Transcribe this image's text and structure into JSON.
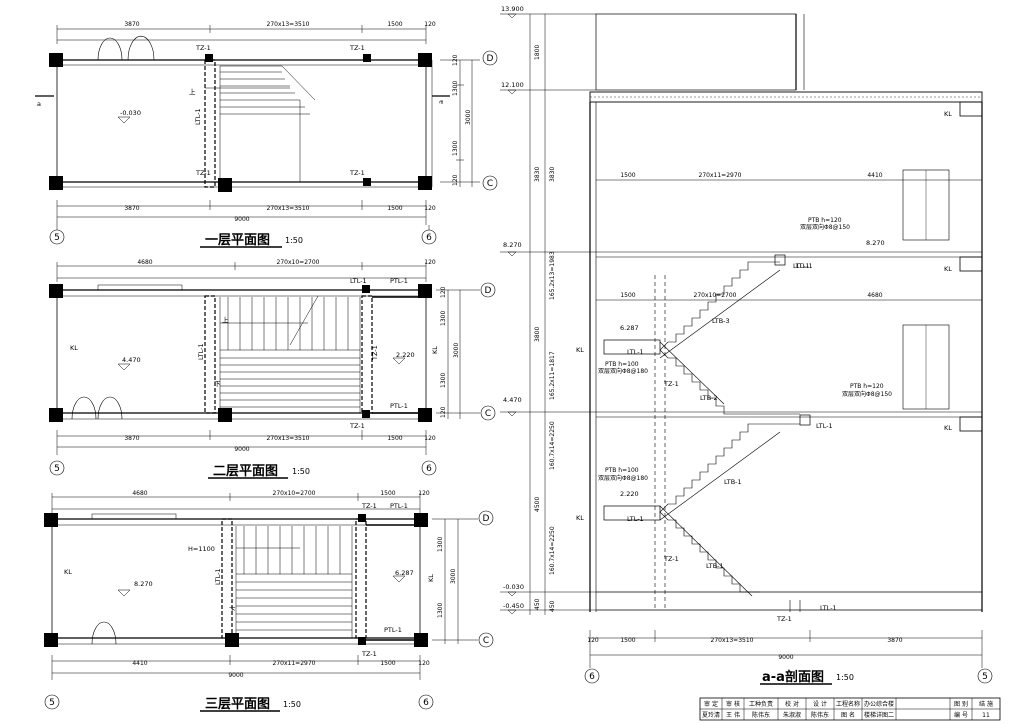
{
  "plans": [
    {
      "title": "一层平面图",
      "scale": "1:50",
      "dims_top": [
        "3870",
        "270x13=3510",
        "1500",
        "120"
      ],
      "dims_bottom": [
        "3870",
        "270x13=3510",
        "1500",
        "120"
      ],
      "total": "9000",
      "right_dims": [
        "1300",
        "3000",
        "1300",
        "120",
        "120"
      ],
      "elev": "-0.030",
      "columns": [
        "TZ-1",
        "TZ-1",
        "TZ-1",
        "TZ-1"
      ],
      "beam": "LTL-1",
      "up": "上",
      "axis_row": [
        "D",
        "C"
      ],
      "axis_col": [
        "5",
        "6"
      ],
      "section_mark": "a"
    },
    {
      "title": "二层平面图",
      "scale": "1:50",
      "dims_top": [
        "4680",
        "270x10=2700",
        "120"
      ],
      "dims_bottom": [
        "3870",
        "270x13=3510",
        "1500",
        "120"
      ],
      "total": "9000",
      "right_dims": [
        "120",
        "1300",
        "3000",
        "1300",
        "120"
      ],
      "elev": "4.470",
      "elev2": "2.220",
      "wall": "KL",
      "beams": [
        "LTL-1",
        "PTL-1",
        "PTL-1",
        "LTL-1",
        "TZ-1",
        "TZ-1"
      ],
      "up": "上",
      "down": "下",
      "axis_row": [
        "D",
        "C"
      ],
      "axis_col": [
        "5",
        "6"
      ]
    },
    {
      "title": "三层平面图",
      "scale": "1:50",
      "dims_top": [
        "4680",
        "270x10=2700",
        "1500",
        "120"
      ],
      "dims_bottom": [
        "4410",
        "270x11=2970",
        "1500",
        "120"
      ],
      "total": "9000",
      "right_dims": [
        "1300",
        "3000",
        "1300"
      ],
      "elev": "8.270",
      "elev2": "6.287",
      "wall": "KL",
      "rail": "H=1100",
      "beams": [
        "TZ-1",
        "PTL-1",
        "LTL-1",
        "PTL-1",
        "TZ-1"
      ],
      "down": "下",
      "axis_row": [
        "D",
        "C"
      ],
      "axis_col": [
        "5",
        "6"
      ]
    }
  ],
  "section": {
    "title": "a-a剖面图",
    "scale": "1:50",
    "levels": [
      "13.900",
      "12.100",
      "8.270",
      "4.470",
      "-0.030",
      "-0.450"
    ],
    "left_dims": [
      "1800",
      "3830",
      "3800",
      "4500",
      "450"
    ],
    "inner_dims": [
      "3830",
      "165.2x13=1983",
      "165.2x11=1817",
      "160.7x14=2250",
      "160.7x14=2250",
      "450"
    ],
    "flight_dims": [
      {
        "a": "1500",
        "b": "270x11=2970",
        "c": "4410"
      },
      {
        "a": "1500",
        "b": "270x10=2700",
        "c": "4680"
      }
    ],
    "bottom_dims": [
      "120",
      "1500",
      "270x13=3510",
      "3870",
      "9000"
    ],
    "labels": [
      "KL",
      "KL",
      "KL",
      "KL",
      "KL",
      "LTL-1",
      "LTL-1",
      "LTL-1",
      "LTL-1",
      "LTL-1",
      "LTB-3",
      "LTB-2",
      "LTB-1",
      "LTB-1",
      "TZ-1",
      "TZ-1",
      "TZ-1",
      "LTL-1"
    ],
    "ptb_notes": [
      {
        "a": "PTB h=120",
        "b": "双层双向Φ8@150"
      },
      {
        "a": "PTB h=100",
        "b": "双层双向Φ8@180"
      },
      {
        "a": "PTB h=120",
        "b": "双层双向Φ8@150"
      },
      {
        "a": "PTB h=100",
        "b": "双层双向Φ8@180"
      }
    ],
    "spot_levels": [
      "8.270",
      "6.287",
      "2.220"
    ],
    "axis_col": [
      "6",
      "5"
    ]
  },
  "titleblock": {
    "headers": [
      "审 定",
      "审 核",
      "工种负责",
      "校 对",
      "设 计",
      "工程名称",
      "办公综合楼",
      "图 别",
      "结 施"
    ],
    "values": [
      "夏玲清",
      "王 伟",
      "陈伟东",
      "朱淑淑",
      "陈伟东",
      "图 名",
      "楼梯详图二",
      "编 号",
      "11"
    ]
  }
}
